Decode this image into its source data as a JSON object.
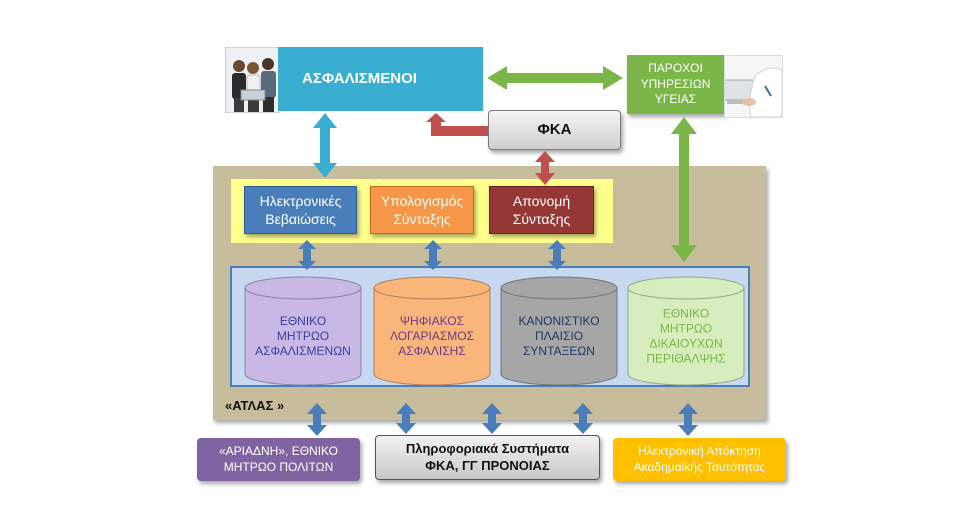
{
  "top": {
    "insured": "ΑΣΦΑΛΙΣΜΕΝΟΙ",
    "providers": [
      "ΠΑΡΟΧΟΙ",
      "ΥΠΗΡΕΣΙΩΝ",
      "ΥΓΕΙΑΣ"
    ],
    "fka": "ΦΚΑ"
  },
  "services": {
    "certs": [
      "Ηλεκτρονικές",
      "Βεβαιώσεις"
    ],
    "calc": [
      "Υπολογισμός",
      "Σύνταξης"
    ],
    "award": [
      "Απονομή",
      "Σύνταξης"
    ]
  },
  "databases": [
    {
      "lines": [
        "ΕΘΝΙΚΟ",
        "ΜΗΤΡΩΟ",
        "ΑΣΦΑΛΙΣΜΕΝΩΝ"
      ],
      "color": "#c9b8e6"
    },
    {
      "lines": [
        "ΨΗΦΙΑΚΟΣ",
        "ΛΟΓΑΡΙΑΣΜΟΣ",
        "ΑΣΦΑΛΙΣΗΣ"
      ],
      "color": "#fab57a"
    },
    {
      "lines": [
        "ΚΑΝΟΝΙΣΤΙΚΟ",
        "ΠΛΑΙΣΙΟ",
        "ΣΥΝΤΑΞΕΩΝ"
      ],
      "color": "#a6a6a6"
    },
    {
      "lines": [
        "ΕΘΝΙΚΟ",
        "ΜΗΤΡΩΟ",
        "ΔΙΚΑΙΟΥΧΩΝ",
        "ΠΕΡΙΘΑΛΨΗΣ"
      ],
      "color": "#d7edbe"
    }
  ],
  "atlas_label": "«ΑΤΛΑΣ »",
  "bottom": {
    "ariadni": [
      "«ΑΡΙΑΔΝΗ», ΕΘΝΙΚΟ",
      "ΜΗΤΡΩΟ ΠΟΛΙΤΩΝ"
    ],
    "infosys": [
      "Πληροφοριακά Συστήματα",
      "ΦΚΑ, ΓΓ ΠΡΟΝΟΙΑΣ"
    ],
    "academic": [
      "Ηλεκτρονική Απόκτηση",
      "Ακαδημαϊκής Ταυτότητας"
    ]
  },
  "colors": {
    "arrow_blue": "#4a7ebb",
    "arrow_cyan": "#3aaed0",
    "arrow_green": "#7ab648",
    "arrow_red": "#c0504d"
  }
}
